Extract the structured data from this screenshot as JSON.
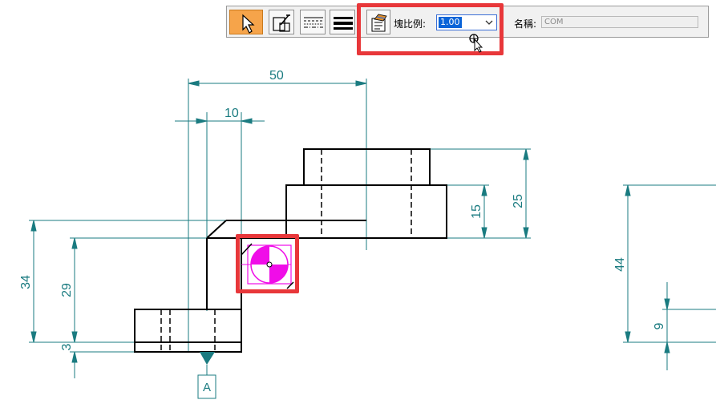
{
  "toolbar": {
    "scale_label": "塊比例:",
    "scale_value": "1.00",
    "name_label": "名稱:",
    "name_placeholder": "COM",
    "icons": [
      "select-arrow-icon",
      "block-edit-icon",
      "line-style-icon",
      "line-weight-icon",
      "block-properties-icon"
    ]
  },
  "drawing": {
    "dimensions": {
      "d50": "50",
      "d10": "10",
      "d25": "25",
      "d15": "15",
      "d34": "34",
      "d29": "29",
      "d3": "3",
      "d44": "44",
      "d9": "9"
    },
    "datum_label": "A"
  },
  "colors": {
    "dimension": "#1a7b80",
    "highlight": "#e8373a",
    "symbol": "#f00de8",
    "active_button": "#f6a44a"
  }
}
